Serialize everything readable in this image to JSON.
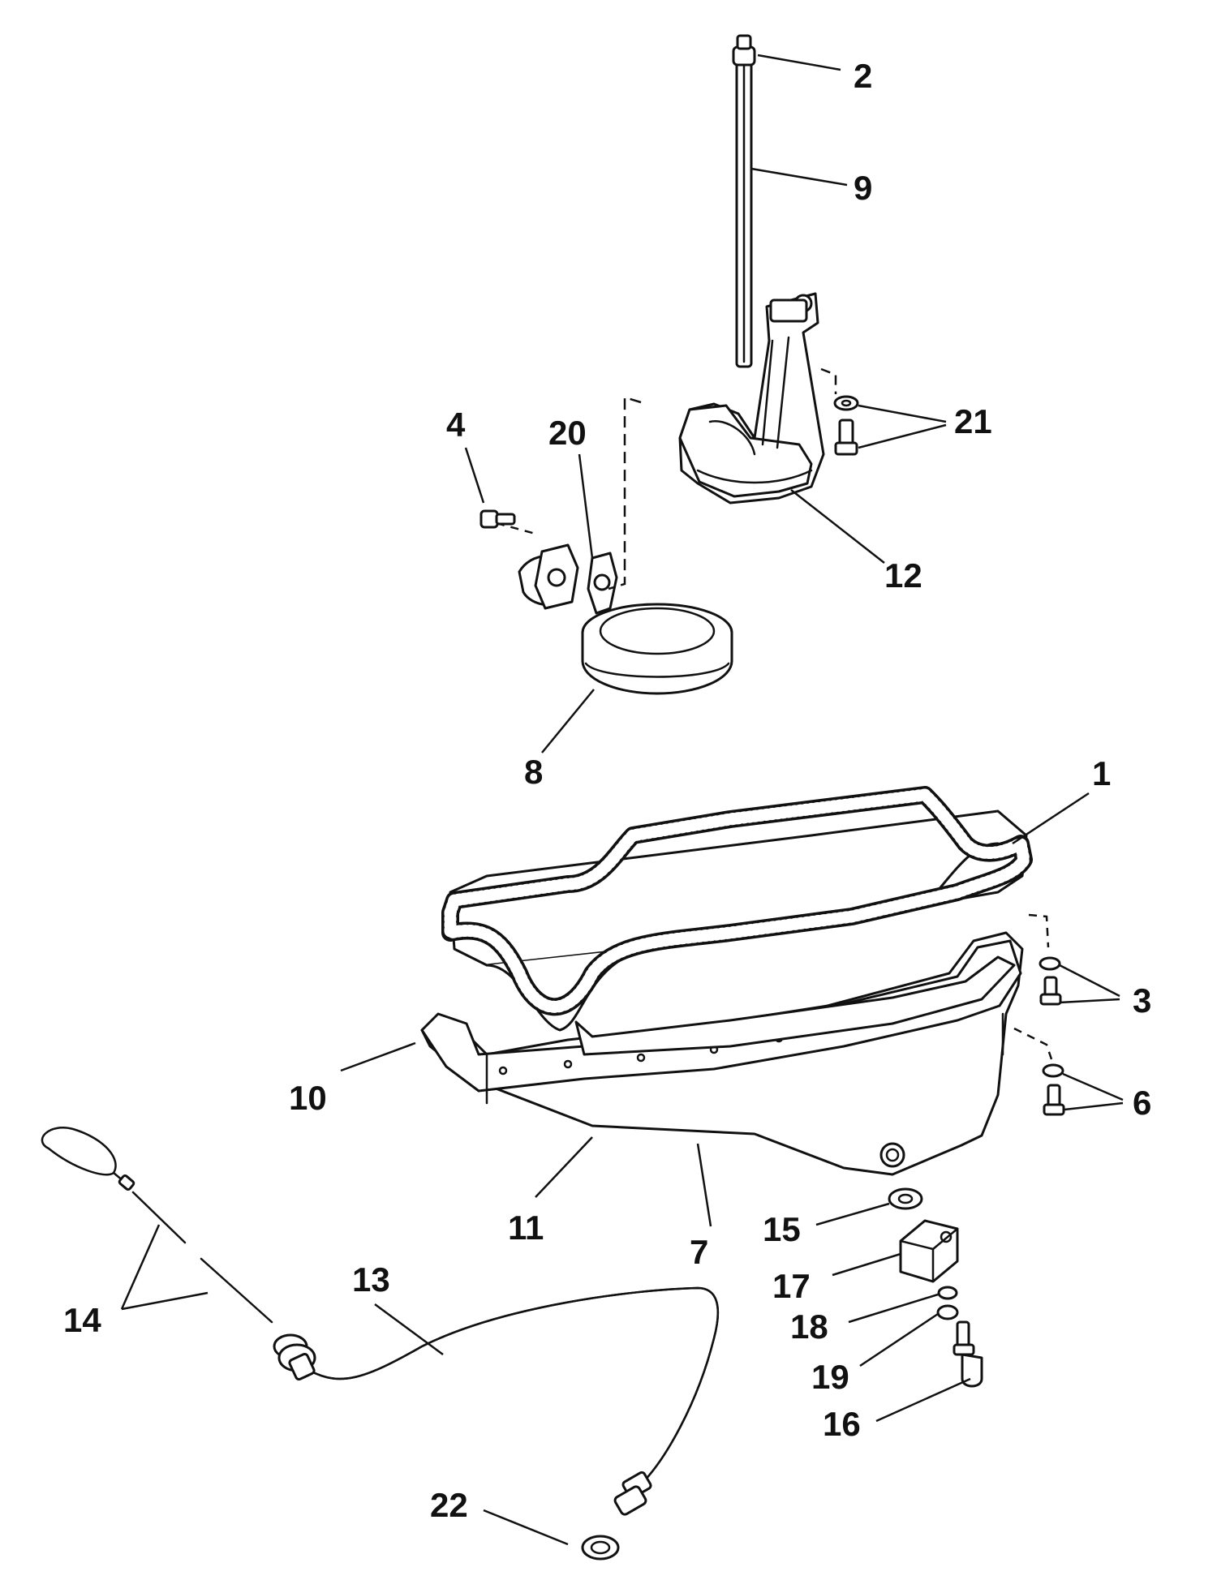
{
  "callouts": [
    {
      "id": "1",
      "label": "1"
    },
    {
      "id": "2",
      "label": "2"
    },
    {
      "id": "3",
      "label": "3"
    },
    {
      "id": "4",
      "label": "4"
    },
    {
      "id": "6",
      "label": "6"
    },
    {
      "id": "7",
      "label": "7"
    },
    {
      "id": "8",
      "label": "8"
    },
    {
      "id": "9",
      "label": "9"
    },
    {
      "id": "10",
      "label": "10"
    },
    {
      "id": "11",
      "label": "11"
    },
    {
      "id": "12",
      "label": "12"
    },
    {
      "id": "13",
      "label": "13"
    },
    {
      "id": "14",
      "label": "14"
    },
    {
      "id": "15",
      "label": "15"
    },
    {
      "id": "16",
      "label": "16"
    },
    {
      "id": "17",
      "label": "17"
    },
    {
      "id": "18",
      "label": "18"
    },
    {
      "id": "19",
      "label": "19"
    },
    {
      "id": "20",
      "label": "20"
    },
    {
      "id": "21",
      "label": "21"
    },
    {
      "id": "22",
      "label": "22"
    }
  ],
  "colors": {
    "line": "#111111",
    "background": "#ffffff"
  }
}
